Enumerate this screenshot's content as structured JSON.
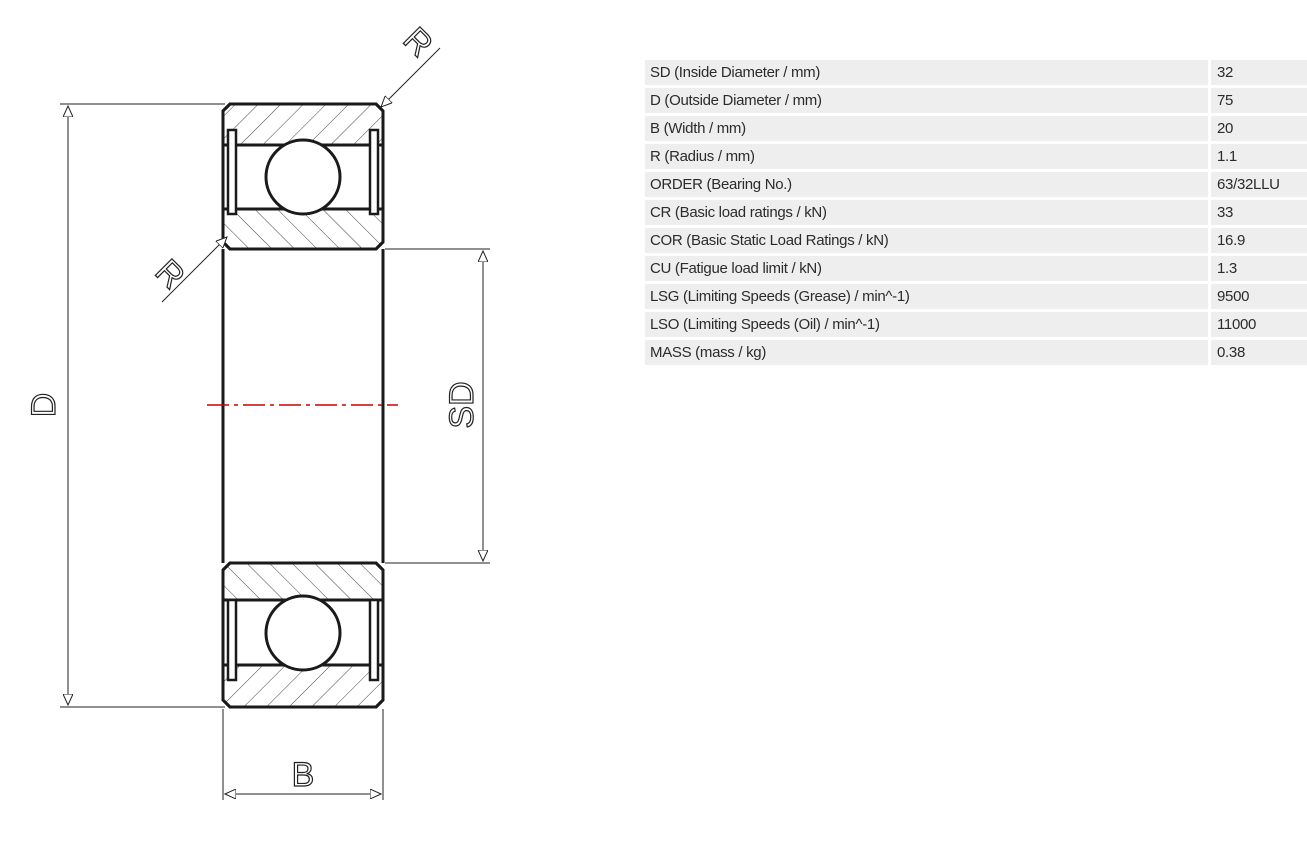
{
  "drawing": {
    "labels": {
      "outside_diameter": "D",
      "inside_diameter": "SD",
      "width": "B",
      "radius_top": "R",
      "radius_left": "R"
    },
    "colors": {
      "line": "#1a1a1a",
      "hatch": "#444444",
      "centerline": "#cc0000"
    }
  },
  "specs": [
    {
      "label": "SD (Inside Diameter / mm)",
      "value": "32"
    },
    {
      "label": "D (Outside Diameter / mm)",
      "value": "75"
    },
    {
      "label": "B (Width / mm)",
      "value": "20"
    },
    {
      "label": "R (Radius / mm)",
      "value": "1.1"
    },
    {
      "label": "ORDER (Bearing No.)",
      "value": "63/32LLU"
    },
    {
      "label": "CR (Basic load ratings / kN)",
      "value": "33"
    },
    {
      "label": "COR (Basic Static Load Ratings / kN)",
      "value": "16.9"
    },
    {
      "label": "CU (Fatigue load limit / kN)",
      "value": "1.3"
    },
    {
      "label": "LSG (Limiting Speeds (Grease) / min^-1)",
      "value": "9500"
    },
    {
      "label": "LSO (Limiting Speeds (Oil) / min^-1)",
      "value": "11000"
    },
    {
      "label": "MASS (mass / kg)",
      "value": "0.38"
    }
  ]
}
